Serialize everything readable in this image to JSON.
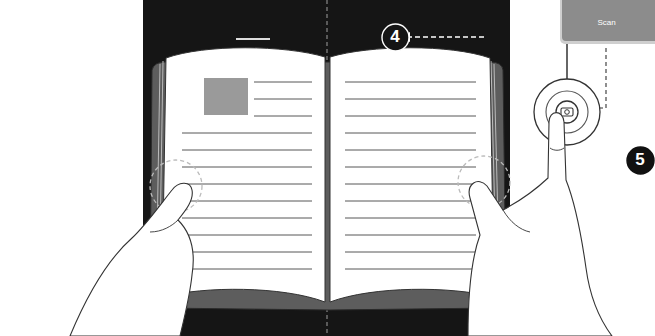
{
  "diagram": {
    "nodes": [
      {
        "text": [
          "4"
        ]
      },
      {
        "text": [
          "5"
        ]
      },
      {
        "text": [
          "Scan"
        ]
      }
    ]
  }
}
